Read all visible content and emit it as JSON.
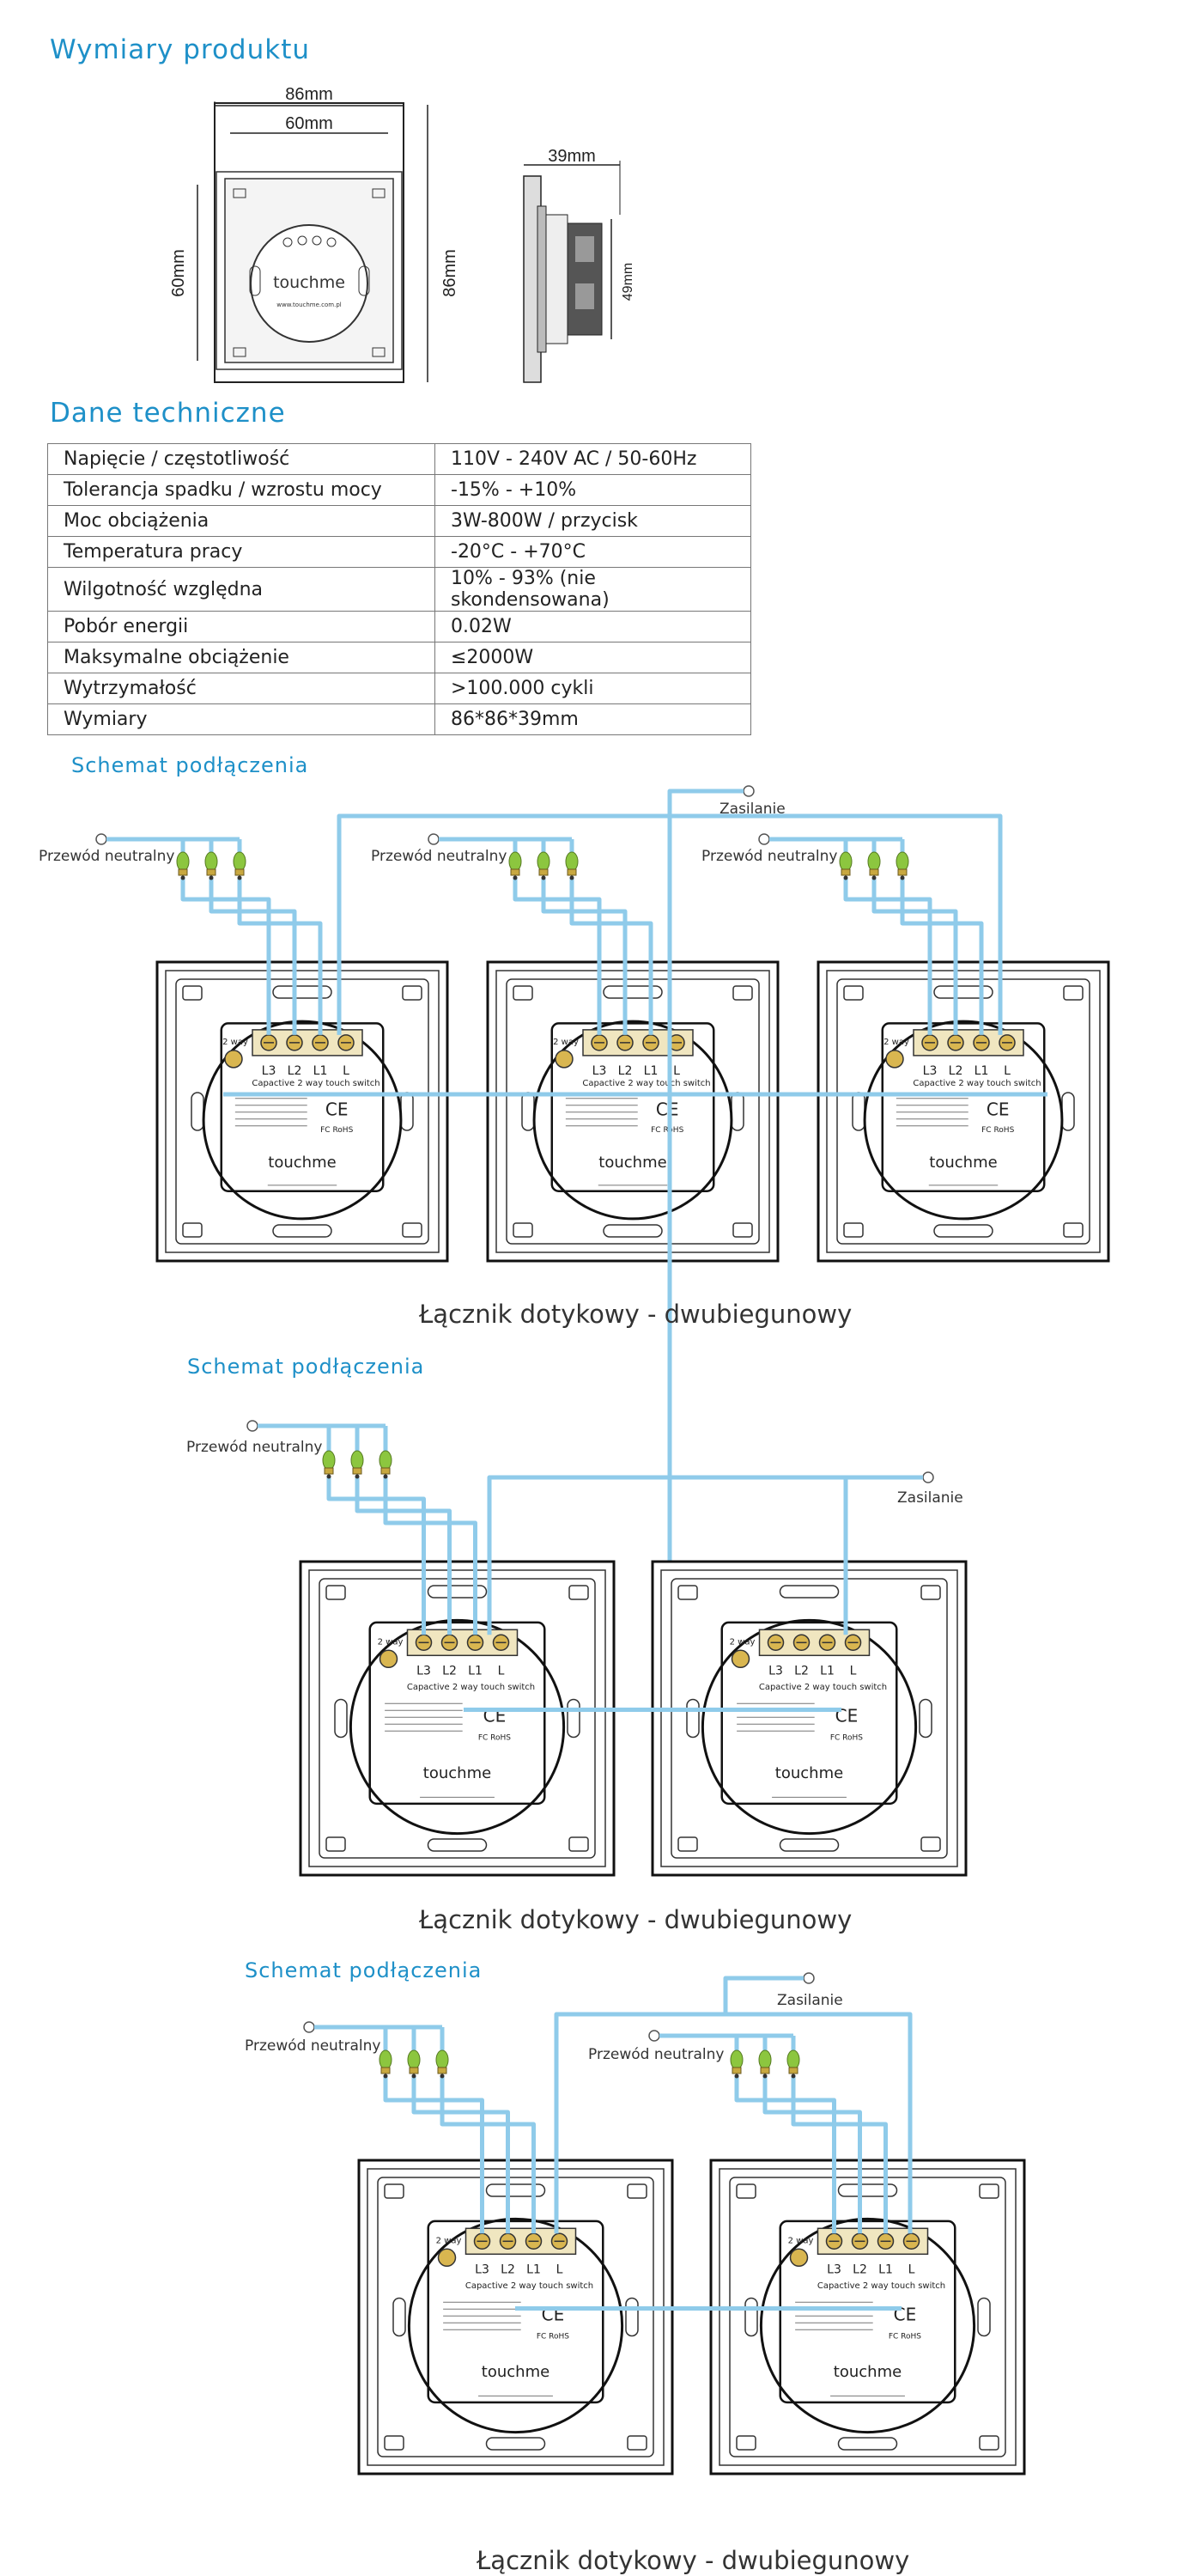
{
  "dimensions": {
    "title": "Wymiary produktu",
    "width_outer": "86mm",
    "width_inner": "60mm",
    "height_inner": "60mm",
    "height_outer": "86mm",
    "depth": "39mm",
    "depth_inner": "49mm",
    "brand": "touchme",
    "website": "www.touchme.com.pl"
  },
  "tech": {
    "title": "Dane techniczne",
    "rows": [
      [
        "Napięcie / częstotliwość",
        "110V - 240V AC / 50-60Hz"
      ],
      [
        "Tolerancja spadku / wzrostu mocy",
        "-15% - +10%"
      ],
      [
        "Moc obciążenia",
        "3W-800W / przycisk"
      ],
      [
        "Temperatura pracy",
        "-20°C - +70°C"
      ],
      [
        "Wilgotność względna",
        "10% - 93% (nie skondensowana)"
      ],
      [
        "Pobór energii",
        "0.02W"
      ],
      [
        "Maksymalne obciążenie",
        "≤2000W"
      ],
      [
        "Wytrzymałość",
        ">100.000 cykli"
      ],
      [
        "Wymiary",
        "86*86*39mm"
      ]
    ]
  },
  "switch_labels": {
    "terminals": [
      "L3",
      "L2",
      "L1",
      "L"
    ],
    "way": "2 way",
    "product": "Capactive 2 way touch switch",
    "brand": "touchme",
    "certs": "CE",
    "rohs": "FC RoHS"
  },
  "diagrams": [
    {
      "title": "Schemat podłączenia",
      "neutral": "Przewód neutralny",
      "power": "Zasilanie",
      "caption": "Łącznik dotykowy - dwubiegunowy"
    },
    {
      "title": "Schemat podłączenia",
      "neutral": "Przewód neutralny",
      "power": "Zasilanie",
      "caption": "Łącznik dotykowy - dwubiegunowy"
    },
    {
      "title": "Schemat podłączenia",
      "neutral": "Przewód neutralny",
      "neutral_2": "Przewód neutralny",
      "power": "Zasilanie",
      "caption": "Łącznik dotykowy - dwubiegunowy"
    }
  ]
}
